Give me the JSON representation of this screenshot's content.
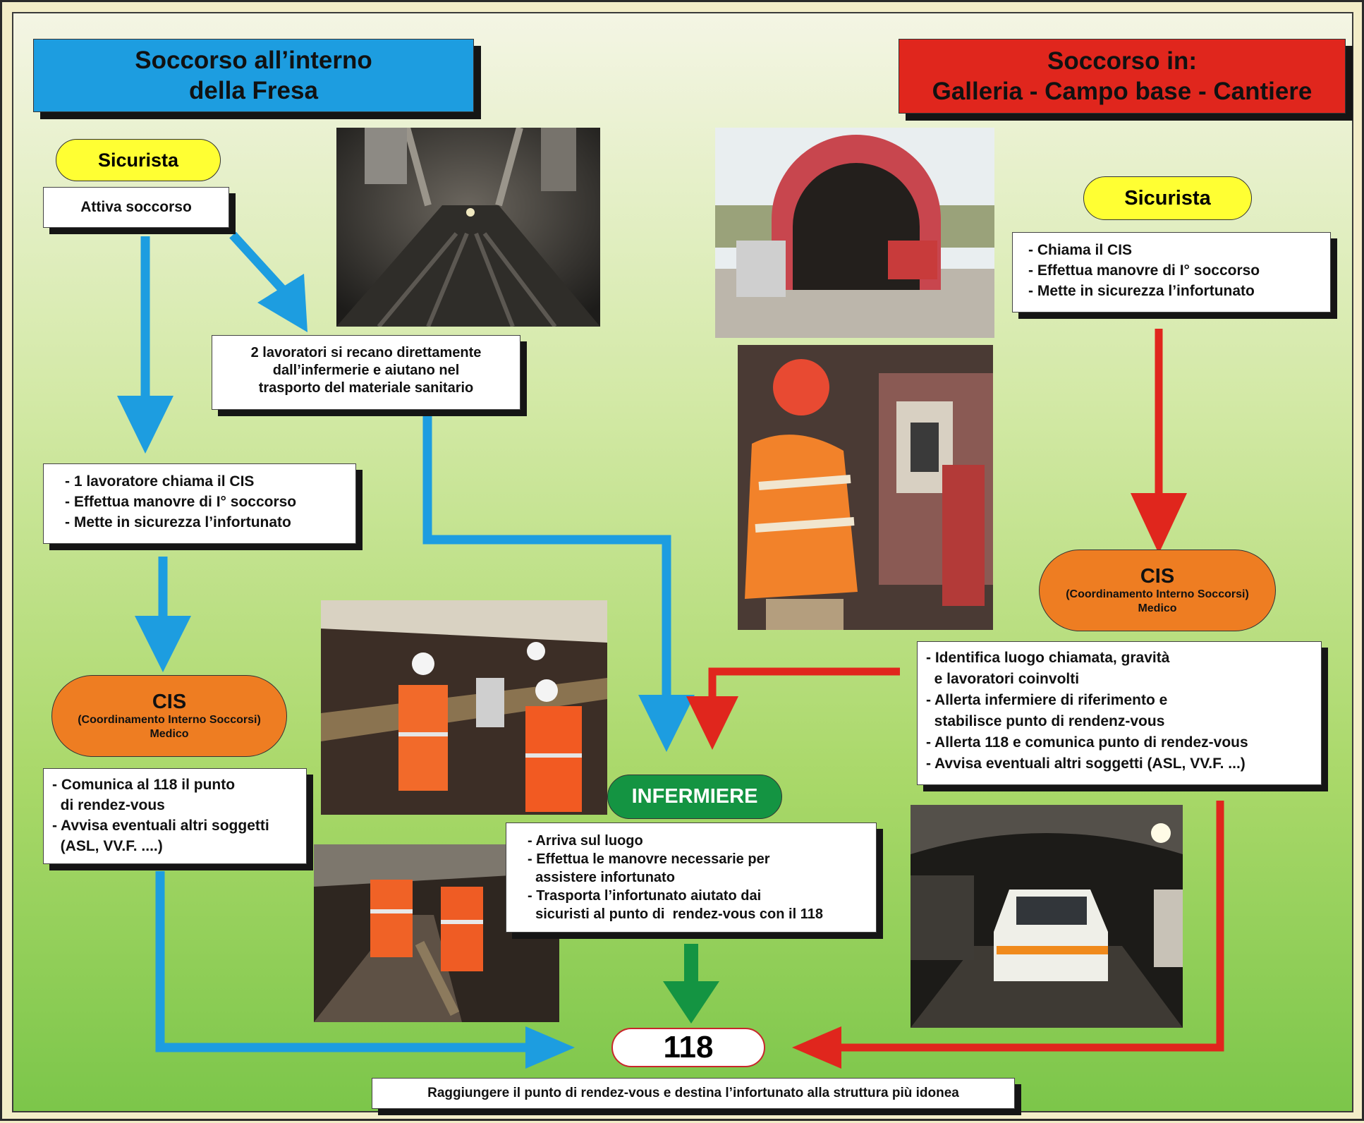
{
  "colors": {
    "blue": "#1d9de0",
    "red": "#e0261d",
    "green": "#149442",
    "orange": "#ee7d22",
    "yellow": "#ffff33"
  },
  "left_header": [
    "Soccorso all’interno",
    "della Fresa"
  ],
  "right_header": [
    "Soccorso in:",
    "Galleria - Campo base - Cantiere"
  ],
  "left_sicurista": "Sicurista",
  "left_attiva": "Attiva soccorso",
  "left_lavoratori": [
    "2 lavoratori si recano direttamente",
    "dall’infermerie e aiutano nel",
    "trasporto del materiale sanitario"
  ],
  "left_actions": [
    "- 1 lavoratore chiama il CIS",
    "- Effettua manovre di I° soccorso",
    "- Mette in sicurezza l’infortunato"
  ],
  "left_cis": {
    "title": "CIS",
    "subtitle": "(Coordinamento Interno Soccorsi)",
    "role": "Medico"
  },
  "left_comunica": [
    "- Comunica al 118 il punto",
    "  di rendez-vous",
    "- Avvisa eventuali altri soggetti",
    "  (ASL, VV.F. ....)"
  ],
  "right_sicurista": "Sicurista",
  "right_actions": [
    "- Chiama il CIS",
    "- Effettua manovre di I° soccorso",
    "- Mette in sicurezza l’infortunato"
  ],
  "right_cis": {
    "title": "CIS",
    "subtitle": "(Coordinamento Interno Soccorsi)",
    "role": "Medico"
  },
  "right_identifica": [
    "- Identifica luogo chiamata, gravità",
    "  e lavoratori coinvolti",
    "- Allerta infermiere di riferimento e",
    "  stabilisce punto di rendenz-vous",
    "- Allerta 118 e comunica punto di rendez-vous",
    "- Avvisa eventuali altri soggetti (ASL, VV.F. ...)"
  ],
  "infermiere": "INFERMIERE",
  "infermiere_actions": [
    "- Arriva sul luogo",
    "- Effettua le manovre necessarie per",
    "  assistere infortunato",
    "- Trasporta l’infortunato aiutato dai",
    "  sicuristi al punto di  rendez-vous con il 118"
  ],
  "emergency": "118",
  "final_note": "Raggiungere il punto di rendez-vous e destina l’infortunato alla struttura più idonea"
}
